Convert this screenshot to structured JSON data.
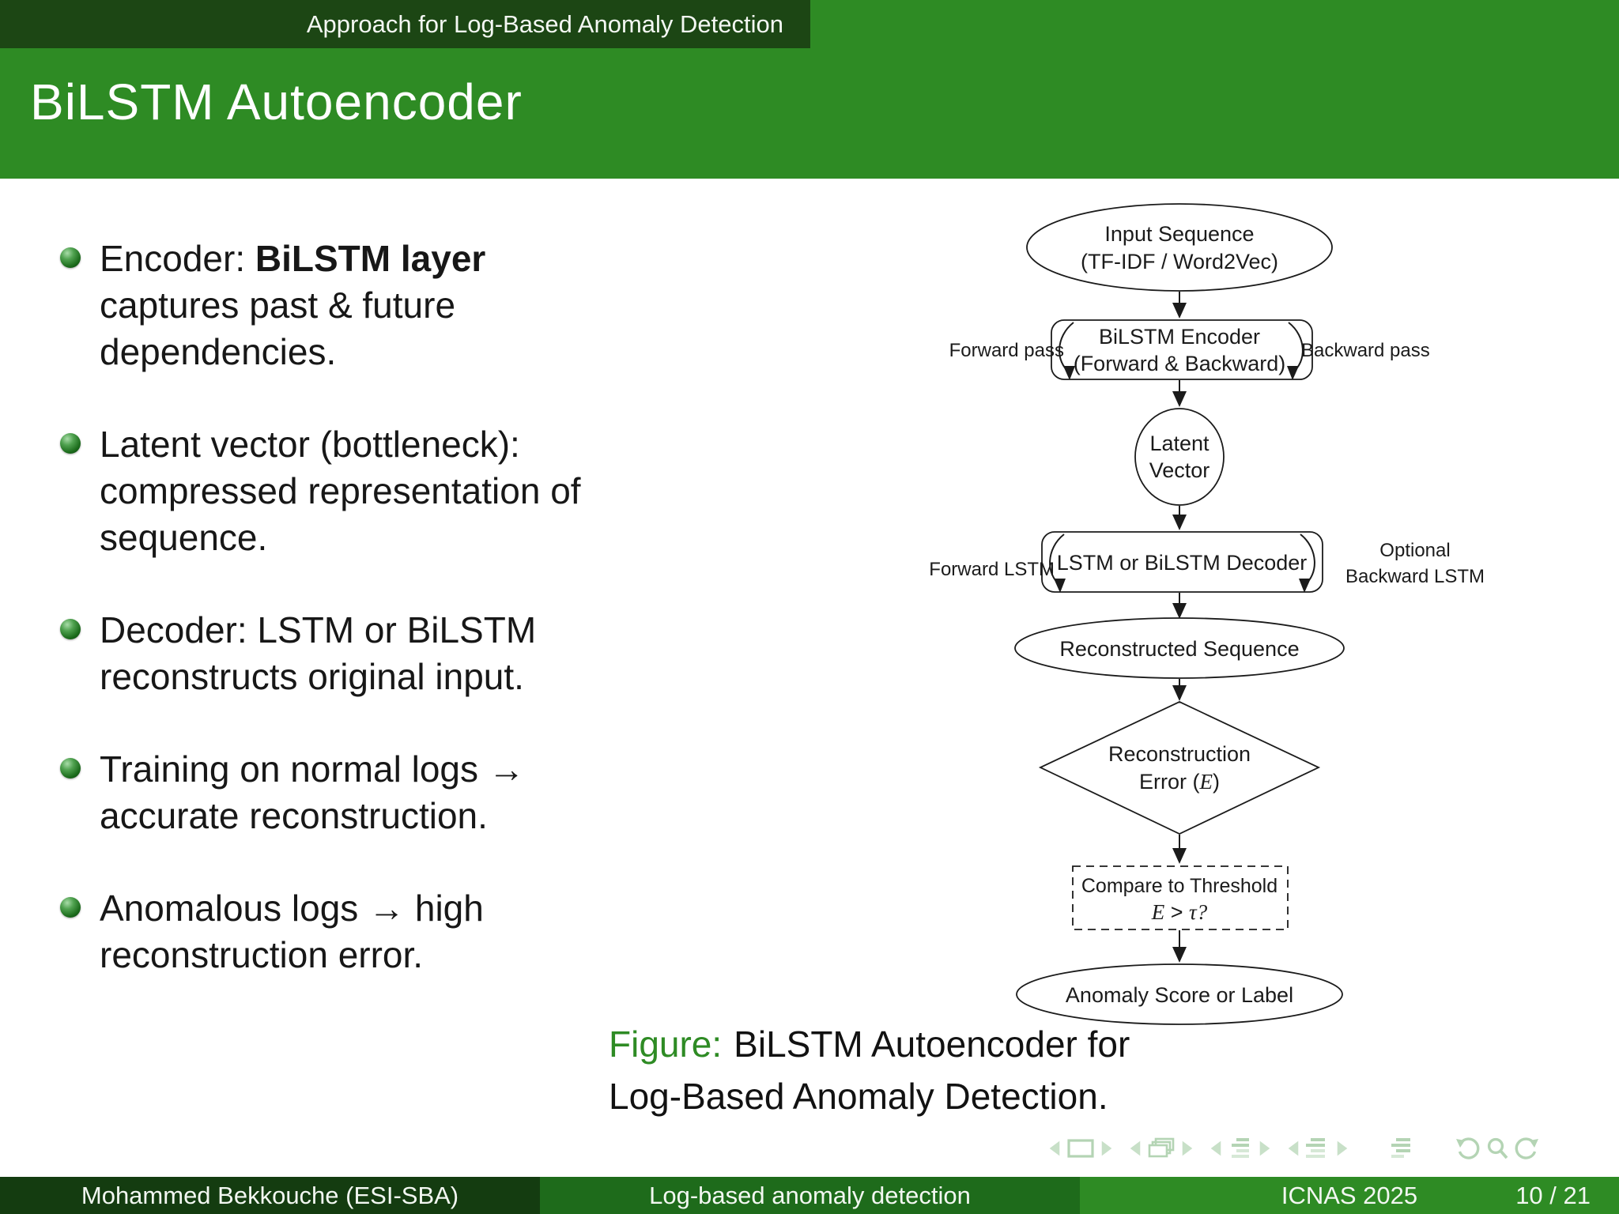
{
  "colors": {
    "green_bright": "#2e8b24",
    "green_mid": "#1e6b1b",
    "green_dark": "#143c10",
    "green_section_bar": "#1c4614",
    "caption_label_green": "#2e8b24"
  },
  "header": {
    "section_title": "Approach for Log-Based Anomaly Detection",
    "frame_title": "BiLSTM Autoencoder"
  },
  "bullets": [
    {
      "pre": "Encoder: ",
      "bold": "BiLSTM layer",
      "post": " captures past & future dependencies."
    },
    {
      "pre": "Latent vector (bottleneck): compressed representation of sequence.",
      "bold": "",
      "post": ""
    },
    {
      "pre": "Decoder: LSTM or BiLSTM reconstructs original input.",
      "bold": "",
      "post": ""
    },
    {
      "pre": "Training on normal logs → accurate reconstruction.",
      "bold": "",
      "post": ""
    },
    {
      "pre": "Anomalous logs → high reconstruction error.",
      "bold": "",
      "post": ""
    }
  ],
  "diagram": {
    "input": {
      "line1": "Input Sequence",
      "line2": "(TF-IDF / Word2Vec)"
    },
    "encoder": {
      "line1": "BiLSTM Encoder",
      "line2": "(Forward & Backward)",
      "left_label": "Forward pass",
      "right_label": "Backward pass"
    },
    "latent": {
      "line1": "Latent",
      "line2": "Vector"
    },
    "decoder": {
      "label": "LSTM or BiLSTM Decoder",
      "left_label": "Forward LSTM",
      "right_label_line1": "Optional",
      "right_label_line2": "Backward LSTM"
    },
    "reconstructed": {
      "label": "Reconstructed Sequence"
    },
    "error": {
      "line1": "Reconstruction",
      "line2a": "Error (",
      "line2b": "E",
      "line2c": ")"
    },
    "threshold": {
      "line1": "Compare to Threshold",
      "line2a": "E",
      "line2b": " > ",
      "line2c": "τ?"
    },
    "output": {
      "label": "Anomaly Score or Label"
    }
  },
  "caption": {
    "label": "Figure:",
    "text": "BiLSTM Autoencoder for Log-Based Anomaly Detection."
  },
  "nav_icons": [
    "prev-slide",
    "frame",
    "next-slide",
    "prev-frame",
    "frames",
    "next-frame",
    "prev-section",
    "section",
    "next-section",
    "prev-subsection",
    "subsection",
    "next-subsection",
    "appendix",
    "back",
    "search",
    "forward"
  ],
  "footer": {
    "author": "Mohammed Bekkouche (ESI-SBA)",
    "title": "Log-based anomaly detection",
    "conference": "ICNAS 2025",
    "page": "10 / 21"
  }
}
